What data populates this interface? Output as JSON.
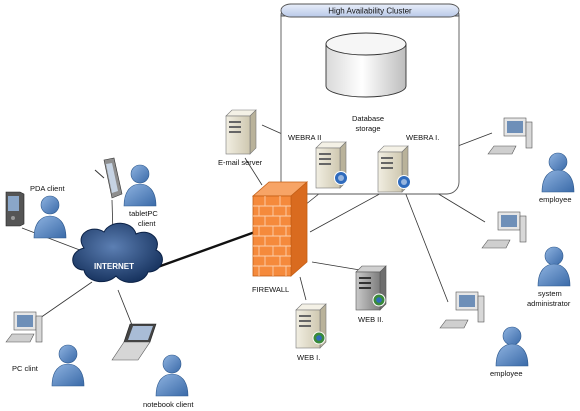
{
  "cluster": {
    "title": "High Availability Cluster",
    "database_label_line1": "Database",
    "database_label_line2": "storage",
    "webra2": "WEBRA II",
    "webra1": "WEBRA I."
  },
  "nodes": {
    "email_server": "E-mail server",
    "firewall": "FIREWALL",
    "web1": "WEB I.",
    "web2": "WEB II.",
    "internet": "INTERNET",
    "pda": "PDA client",
    "tablet_line1": "tabletPC",
    "tablet_line2": "client",
    "pc": "PC clint",
    "notebook": "notebook client",
    "employee_top": "employee",
    "sysadmin_line1": "system",
    "sysadmin_line2": "administrator",
    "employee_bottom": "employee"
  },
  "colors": {
    "person": "#5b87c0",
    "person_dark": "#2f5a8f",
    "firewall": "#f58a3c",
    "cloud": "#1c3e73",
    "server_body": "#e3dfcf",
    "server_dark": "#b9b29a",
    "cluster_header": "#cfdaf0"
  }
}
